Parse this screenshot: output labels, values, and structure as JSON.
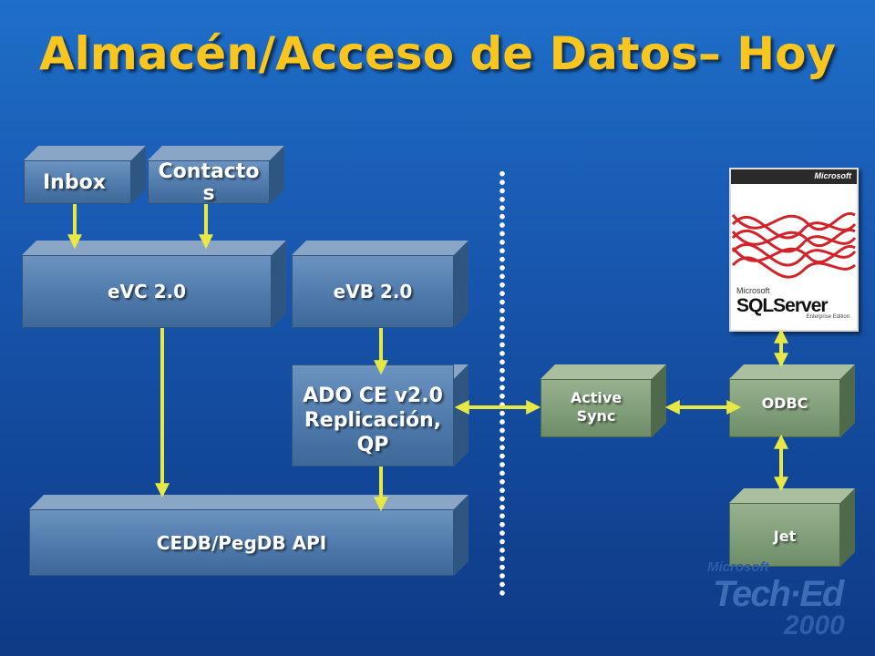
{
  "title": "Almacén/Acceso de Datos– Hoy",
  "boxes": {
    "inbox": "Inbox",
    "contactos": "Contacto\ns",
    "evc": "eVC 2.0",
    "evb": "eVB 2.0",
    "adoce": "ADO CE v2.0\nReplicación,\nQP",
    "cedb": "CEDB/PegDB API",
    "activesync": "Active\nSync",
    "odbc": "ODBC",
    "jet": "Jet"
  },
  "sql_box": {
    "brand": "Microsoft",
    "ms_text": "Microsoft",
    "product": "SQLServer",
    "edition": "Enterprise Edition"
  },
  "logo": {
    "ms": "Microsoft",
    "tech": "Tech·Ed",
    "year": "2000"
  },
  "colors": {
    "title": "#f9c51f",
    "arrow": "#e8e844",
    "box_blue": "#4f7aab",
    "box_green": "#7f9c78"
  }
}
